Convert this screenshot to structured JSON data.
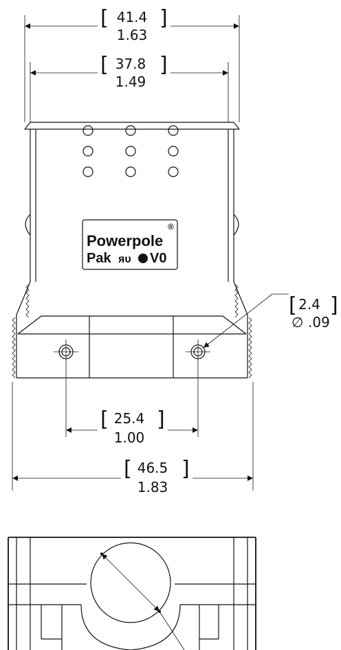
{
  "dimensions": {
    "overall_top": {
      "mm": "41.4",
      "inch": "1.63"
    },
    "inner_top": {
      "mm": "37.8",
      "inch": "1.49"
    },
    "hole_diameter": {
      "mm": "2.4",
      "inch": ".09",
      "symbol": "∅"
    },
    "hole_spacing": {
      "mm": "25.4",
      "inch": "1.00"
    },
    "overall_bottom": {
      "mm": "46.5",
      "inch": "1.83"
    }
  },
  "label": {
    "line1": "Powerpole",
    "line2_text": "Pak",
    "line2_rating": "V0",
    "registered_mark": "®",
    "ul_mark": "ᴙᴜ"
  },
  "colors": {
    "line": "#111111",
    "background": "#ffffff"
  }
}
